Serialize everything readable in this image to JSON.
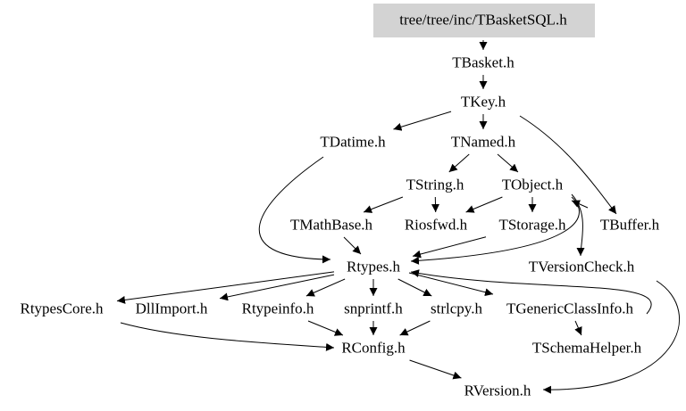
{
  "graph": {
    "root": "tree/tree/inc/TBasketSQL.h",
    "root_fill": "#d3d3d3",
    "nodes": {
      "root": "tree/tree/inc/TBasketSQL.h",
      "TBasket": "TBasket.h",
      "TKey": "TKey.h",
      "TDatime": "TDatime.h",
      "TNamed": "TNamed.h",
      "TString": "TString.h",
      "TObject": "TObject.h",
      "TMathBase": "TMathBase.h",
      "Riosfwd": "Riosfwd.h",
      "TStorage": "TStorage.h",
      "TBuffer": "TBuffer.h",
      "Rtypes": "Rtypes.h",
      "TVersionCheck": "TVersionCheck.h",
      "RtypesCore": "RtypesCore.h",
      "DllImport": "DllImport.h",
      "Rtypeinfo": "Rtypeinfo.h",
      "snprintf": "snprintf.h",
      "strlcpy": "strlcpy.h",
      "TGenericClassInfo": "TGenericClassInfo.h",
      "RConfig": "RConfig.h",
      "TSchemaHelper": "TSchemaHelper.h",
      "RVersion": "RVersion.h"
    },
    "edges": [
      [
        "root",
        "TBasket"
      ],
      [
        "TBasket",
        "TKey"
      ],
      [
        "TKey",
        "TDatime"
      ],
      [
        "TKey",
        "TNamed"
      ],
      [
        "TKey",
        "TBuffer"
      ],
      [
        "TDatime",
        "Rtypes"
      ],
      [
        "TNamed",
        "TString"
      ],
      [
        "TNamed",
        "TObject"
      ],
      [
        "TString",
        "TMathBase"
      ],
      [
        "TString",
        "Riosfwd"
      ],
      [
        "TObject",
        "Riosfwd"
      ],
      [
        "TObject",
        "TStorage"
      ],
      [
        "TObject",
        "TVersionCheck"
      ],
      [
        "TObject",
        "Rtypes"
      ],
      [
        "TBuffer",
        "TObject"
      ],
      [
        "TMathBase",
        "Rtypes"
      ],
      [
        "TStorage",
        "Rtypes"
      ],
      [
        "Rtypes",
        "RtypesCore"
      ],
      [
        "Rtypes",
        "DllImport"
      ],
      [
        "Rtypes",
        "Rtypeinfo"
      ],
      [
        "Rtypes",
        "snprintf"
      ],
      [
        "Rtypes",
        "strlcpy"
      ],
      [
        "Rtypes",
        "TGenericClassInfo"
      ],
      [
        "TGenericClassInfo",
        "Rtypes"
      ],
      [
        "TGenericClassInfo",
        "TSchemaHelper"
      ],
      [
        "RtypesCore",
        "RConfig"
      ],
      [
        "Rtypeinfo",
        "RConfig"
      ],
      [
        "snprintf",
        "RConfig"
      ],
      [
        "strlcpy",
        "RConfig"
      ],
      [
        "RConfig",
        "RVersion"
      ],
      [
        "TVersionCheck",
        "RVersion"
      ]
    ]
  }
}
